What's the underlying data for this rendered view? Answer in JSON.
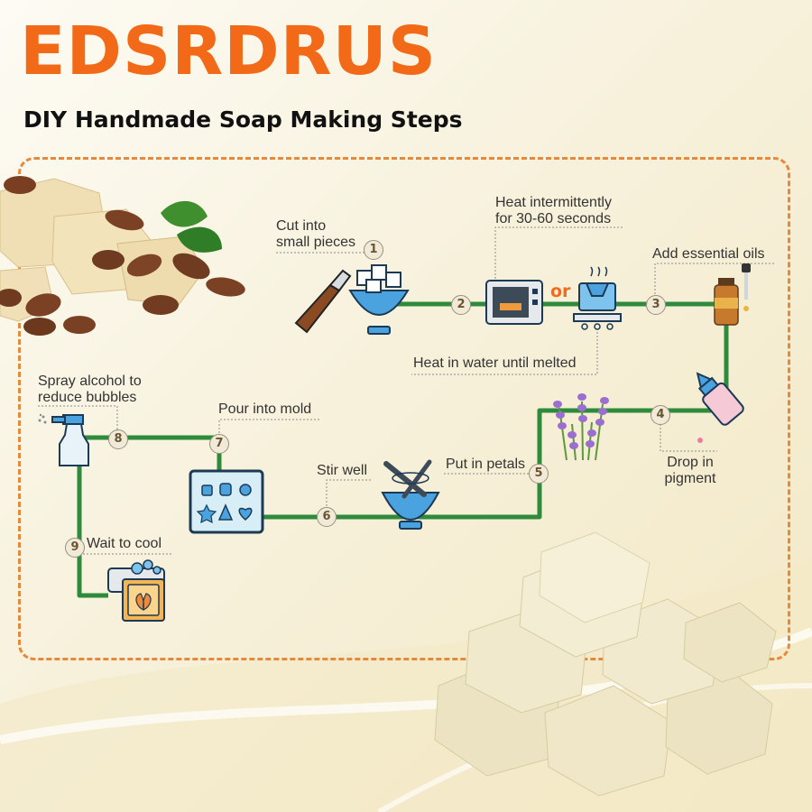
{
  "header": {
    "brand": "EDSRDRUS",
    "subtitle": "DIY Handmade Soap Making Steps"
  },
  "colors": {
    "brand": "#f26a17",
    "path": "#2e8b3c",
    "frame": "#e58a3c",
    "badge_text": "#6b5530"
  },
  "steps": [
    {
      "number": "1",
      "label_lines": [
        "Cut into",
        "small pieces"
      ],
      "icon": "knife-and-bowl-icon"
    },
    {
      "number": "2",
      "label_lines": [
        "Heat intermittently",
        "for 30-60 seconds"
      ],
      "alt_label": "Heat in water until melted",
      "connector": "or",
      "icon": "microwave-icon"
    },
    {
      "number": "3",
      "label_lines": [
        "Add essential oils"
      ],
      "icon": "essential-oil-bottle-icon"
    },
    {
      "number": "4",
      "label_lines": [
        "Drop in",
        "pigment"
      ],
      "icon": "pigment-bottle-icon"
    },
    {
      "number": "5",
      "label_lines": [
        "Put in petals"
      ],
      "icon": "lavender-icon"
    },
    {
      "number": "6",
      "label_lines": [
        "Stir well"
      ],
      "icon": "mortar-bowl-icon"
    },
    {
      "number": "7",
      "label_lines": [
        "Pour into mold"
      ],
      "icon": "soap-mold-icon"
    },
    {
      "number": "8",
      "label_lines": [
        "Spray alcohol to",
        "reduce bubbles"
      ],
      "icon": "spray-bottle-icon"
    },
    {
      "number": "9",
      "label_lines": [
        "Wait to cool"
      ],
      "icon": "soap-bar-icon"
    }
  ]
}
